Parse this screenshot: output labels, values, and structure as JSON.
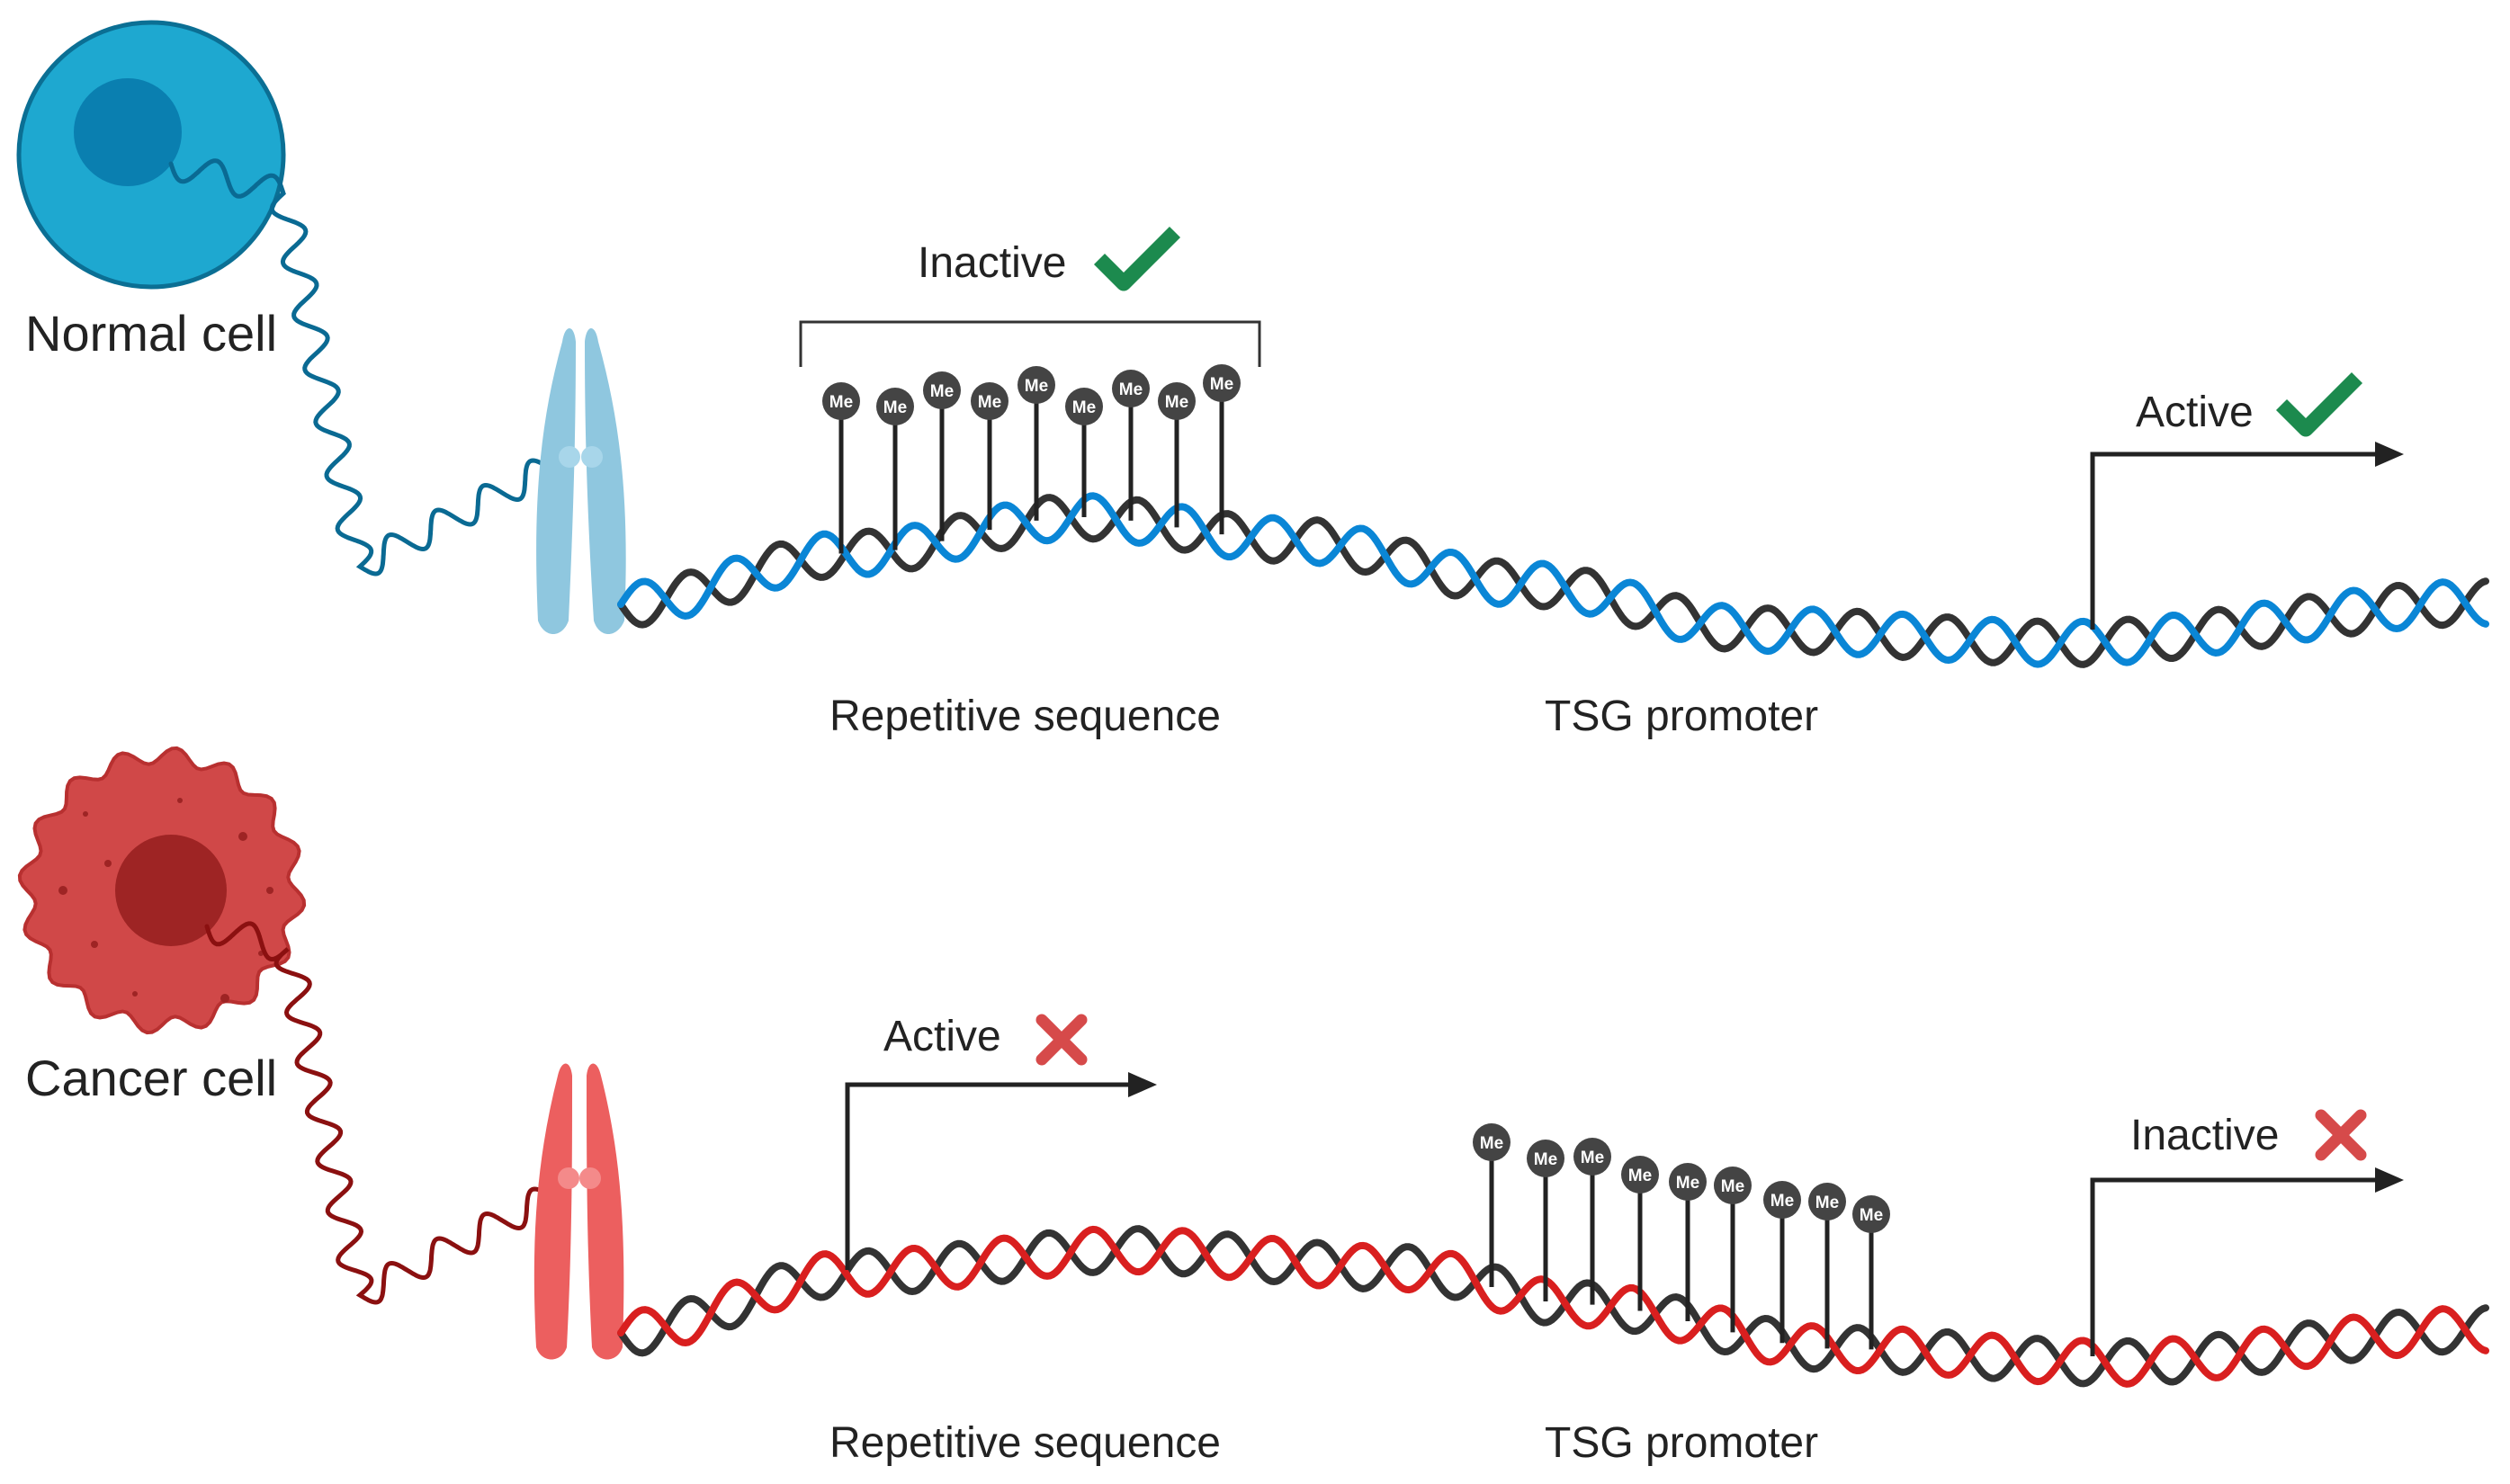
{
  "normal": {
    "cell_label": "Normal cell",
    "repetitive_label": "Repetitive sequence",
    "repetitive_status": "Inactive",
    "promoter_label": "TSG promoter",
    "promoter_status": "Active"
  },
  "cancer": {
    "cell_label": "Cancer cell",
    "repetitive_label": "Repetitive sequence",
    "repetitive_status": "Active",
    "promoter_label": "TSG promoter",
    "promoter_status": "Inactive"
  },
  "me_label": "Me",
  "colors": {
    "normal_cell": "#1ea8d0",
    "normal_nucleus": "#0a7fb0",
    "normal_strand": "#0a86d6",
    "normal_tether": "#0a6a93",
    "normal_chromosome": "#8fc7df",
    "cancer_cell": "#d04848",
    "cancer_nucleus": "#9e2424",
    "cancer_strand": "#d91f1f",
    "cancer_tether": "#8b1010",
    "cancer_chromosome": "#ec5f5f",
    "dark_strand": "#333333",
    "check": "#1c8a4e",
    "cross": "#d64a4a"
  },
  "icons": {
    "check": "check-icon",
    "cross": "cross-icon"
  }
}
